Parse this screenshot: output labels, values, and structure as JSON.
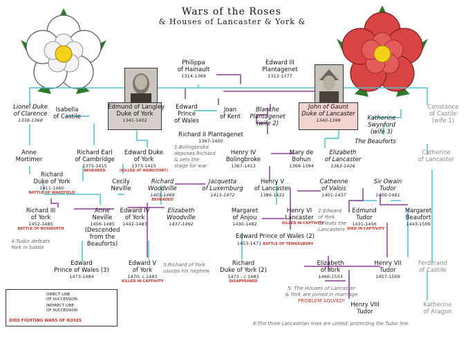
{
  "title": "Wars of the Roses",
  "subtitle": "& Houses of Lancaster & York &",
  "colors": {
    "direct_line": "#8e3a9a",
    "indirect_line": "#4fc1cf",
    "died_fighting": "#c0392b",
    "box_fill": "#d6cfcb",
    "lancaster_box_fill": "#f1d3cf"
  },
  "icons": {
    "white_rose": "white-rose-of-york",
    "red_rose": "red-rose-of-lancaster",
    "york_portrait": "edmund-of-langley-portrait",
    "lancaster_portrait": "john-of-gaunt-portrait"
  },
  "people": {
    "philippa": {
      "name": [
        "Philippa",
        "of Hainault"
      ],
      "dates": "1314-1369"
    },
    "edward3": {
      "name": [
        "Edward III",
        "Plantagenet"
      ],
      "dates": "1312-1377"
    },
    "lionel": {
      "name": [
        "Lionel Duke",
        "of Clarence"
      ],
      "dates": "1338-1368"
    },
    "isabella": {
      "name": [
        "Isabella",
        "of Castile"
      ]
    },
    "edmund_langley": {
      "name": [
        "Edmund of Langley",
        "Duke of York"
      ],
      "dates": "1341-1402"
    },
    "edward_black_prince": {
      "name": [
        "Edward",
        "Prince",
        "of Wales"
      ]
    },
    "joan_kent": {
      "name": [
        "Joan",
        "of Kent"
      ]
    },
    "blanche": {
      "name": [
        "Blanche",
        "Plantagenet",
        "(wife 2)"
      ]
    },
    "john_gaunt": {
      "name": [
        "John of Gaunt",
        "Duke of Lancaster"
      ],
      "dates": "1340-1399"
    },
    "constance": {
      "name": [
        "Constance",
        "of Castile",
        "(wife 1)"
      ]
    },
    "richard2": {
      "name": [
        "Richard II Plantagenet"
      ],
      "dates": "1367-1400"
    },
    "katherine_swynford": {
      "name": [
        "Katherine",
        "Swynford",
        "(wife 3)"
      ]
    },
    "beauforts": {
      "name": [
        "The Beauforts"
      ]
    },
    "anne_mortimer": {
      "name": [
        "Anne",
        "Mortimer"
      ]
    },
    "richard_cambridge": {
      "name": [
        "Richard Earl",
        "of Cambridge"
      ],
      "dates": "1375-1415",
      "note": "BEHEADED"
    },
    "edward_york_duke": {
      "name": [
        "Edward Duke",
        "of York"
      ],
      "dates": "1373-1415",
      "note": "(KILLED AT AGINCOURT)"
    },
    "henry4": {
      "name": [
        "Henry IV",
        "Bolingbroke"
      ],
      "dates": "1367-1413"
    },
    "mary_bohun": {
      "name": [
        "Mary de",
        "Bohun"
      ],
      "dates": "1368-1394"
    },
    "elizabeth_lancaster": {
      "name": [
        "Elizabeth",
        "of Lancaster"
      ],
      "dates": "1363-1426"
    },
    "catherine_lancaster": {
      "name": [
        "Catherine",
        "of Lancaster"
      ]
    },
    "richard_york": {
      "name": [
        "Richard",
        "Duke of York"
      ],
      "dates": "1411-1460",
      "note": "BATTLE OF WAKEFIELD"
    },
    "cecily": {
      "name": [
        "Cecily",
        "Neville"
      ]
    },
    "richard_woodville": {
      "name": [
        "Richard",
        "Woodville"
      ],
      "dates": "1405-1469",
      "note": "BEHEADED"
    },
    "jacquetta": {
      "name": [
        "Jacquetta",
        "of Luxemburg"
      ],
      "dates": "1415-1472"
    },
    "henry5": {
      "name": [
        "Henry V",
        "of Lancaster"
      ],
      "dates": "1386-1422"
    },
    "cathenne_valois": {
      "name": [
        "Cathenne",
        "of Valois"
      ],
      "dates": "1401-1437"
    },
    "owain_tudor": {
      "name": [
        "Sir Owain",
        "Tudor"
      ],
      "dates": "1400-1461"
    },
    "richard3": {
      "name": [
        "Richard III",
        "of York"
      ],
      "dates": "1452-1485",
      "note": "BATTLE OF BOSWORTH"
    },
    "anne_neville": {
      "name": [
        "Anne",
        "Neville"
      ],
      "dates": "1456-1485",
      "extra": [
        "(Descended",
        "from the",
        "Beauforts)"
      ]
    },
    "edward4": {
      "name": [
        "Edward IV",
        "of York"
      ],
      "dates": "1442-1483"
    },
    "elizabeth_woodville": {
      "name": [
        "Elizabeth",
        "Woodville"
      ],
      "dates": "1437-1492"
    },
    "margaret_anjou": {
      "name": [
        "Margaret",
        "of Anjou"
      ],
      "dates": "1430-1482"
    },
    "henry6": {
      "name": [
        "Henry VI",
        "Lancaster"
      ],
      "note": "KILLED IN CAPTIVITY"
    },
    "edmund_tudor": {
      "name": [
        "Edmund",
        "Tudor"
      ],
      "dates": "1431-1456",
      "note": "DIED IN CAPTIVITY"
    },
    "margaret_beaufort": {
      "name": [
        "Margaret",
        "Beaufort"
      ],
      "dates": "1443-1509"
    },
    "edward_prince_wales2": {
      "name": [
        "Edward Prince of Wales (2)"
      ],
      "dates": "1453-1471",
      "note": "BATTLE OF TEWKESBURY"
    },
    "edward_prince_wales3": {
      "name": [
        "Edward",
        "Prince of Wales (3)"
      ],
      "dates": "1473-1484"
    },
    "edward5": {
      "name": [
        "Edward V",
        "of York"
      ],
      "dates": "1470- c 1483",
      "note": "KILLED IN CAPTIVITY"
    },
    "richard_york2": {
      "name": [
        "Richard",
        "Duke of York (2)"
      ],
      "dates": "1473 - c 1483",
      "note": "DISAPPEARED"
    },
    "elizabeth_york": {
      "name": [
        "Elizabeth",
        "of York"
      ],
      "dates": "1466-1503"
    },
    "henry7": {
      "name": [
        "Henry VII",
        "Tudor"
      ],
      "dates": "1457-1509"
    },
    "ferdinand": {
      "name": [
        "Ferdinand",
        "of Castile"
      ]
    },
    "henry8": {
      "name": [
        "Henry VIII",
        "Tudor"
      ]
    },
    "katherine_aragon": {
      "name": [
        "Katherine",
        "of Aragon"
      ]
    }
  },
  "annotations": {
    "a1": [
      "1:Bolingbroke",
      "deposes Richard",
      "& sets the",
      "stage for war"
    ],
    "a2": [
      "2:Edward",
      "of York",
      "defeats the",
      "Lancasters"
    ],
    "a3": [
      "3:Richard of York",
      "usurps his nephew"
    ],
    "a4": [
      "4:Tudor defeats",
      "York in battle"
    ],
    "a5": [
      "5: The Houses of Lancaster",
      "& York are joined in marriage"
    ],
    "a5_highlight": "PROBLEM SOLVED!",
    "a6": "6:The three Lancastrian lines are united, protecting the Tudor line"
  },
  "legend": {
    "direct": [
      "DIRECT LINE",
      "OF SUCCESSION"
    ],
    "indirect": [
      "INDIRECT LINE",
      "OF SUCCESSION"
    ],
    "died": "DIED FIGHTING WARS OF ROSES"
  }
}
